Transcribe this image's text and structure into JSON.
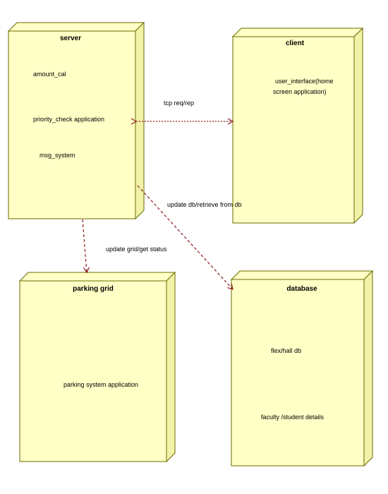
{
  "colors": {
    "node_fill": "#FFFFC6",
    "node_side": "#F2F2A8",
    "node_stroke": "#6B6B00",
    "edge": "#8B1A1A"
  },
  "nodes": {
    "server": {
      "title": "server",
      "items": [
        "amount_cal",
        "priority_check application",
        "msg_system"
      ]
    },
    "client": {
      "title": "client",
      "items": [
        "user_interface(home",
        "screen application)"
      ]
    },
    "parking": {
      "title": "parking grid",
      "items": [
        "parking system application"
      ]
    },
    "database": {
      "title": "database",
      "items": [
        "flex/hall db",
        "faculty /student details"
      ]
    }
  },
  "edges": [
    {
      "from": "server",
      "to": "client",
      "label": "tcp req/rep",
      "style": "dotted",
      "arrows": "both"
    },
    {
      "from": "server",
      "to": "database",
      "label": "update db/retrieve from db",
      "style": "dashed",
      "arrows": "to"
    },
    {
      "from": "server",
      "to": "parking",
      "label": "update grid/get status",
      "style": "dashed",
      "arrows": "to"
    }
  ]
}
